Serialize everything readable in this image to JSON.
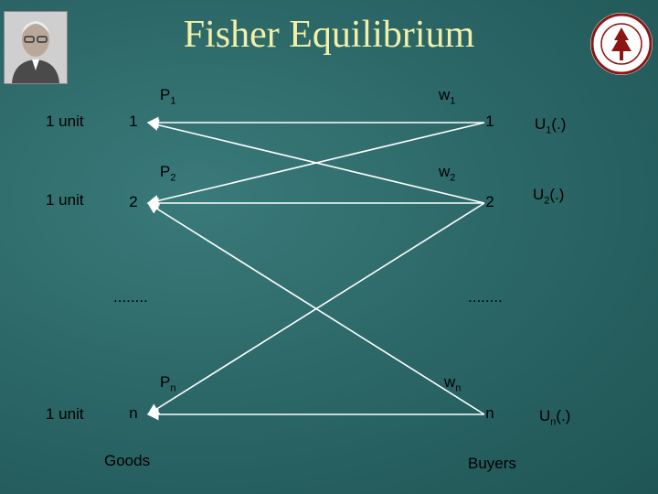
{
  "title": "Fisher Equilibrium",
  "goods": {
    "caption": "Goods",
    "unit_label": "1 unit",
    "nodes": [
      {
        "id": "1",
        "price_base": "P",
        "price_sub": "1"
      },
      {
        "id": "2",
        "price_base": "P",
        "price_sub": "2"
      },
      {
        "id": "n",
        "price_base": "P",
        "price_sub": "n"
      }
    ],
    "ellipsis": "........"
  },
  "buyers": {
    "caption": "Buyers",
    "nodes": [
      {
        "id": "1",
        "budget_base": "w",
        "budget_sub": "1",
        "utility_base": "U",
        "utility_sub": "1",
        "utility_arg": "(.)"
      },
      {
        "id": "2",
        "budget_base": "w",
        "budget_sub": "2",
        "utility_base": "U",
        "utility_sub": "2",
        "utility_arg": "(.)"
      },
      {
        "id": "n",
        "budget_base": "w",
        "budget_sub": "n",
        "utility_base": "U",
        "utility_sub": "n",
        "utility_arg": "(.)"
      }
    ],
    "ellipsis": "........"
  },
  "colors": {
    "title": "#f2f0a8",
    "background": "#2e6b6b",
    "lines": "#ffffff",
    "text": "#000000",
    "seal_red": "#8c1515"
  }
}
